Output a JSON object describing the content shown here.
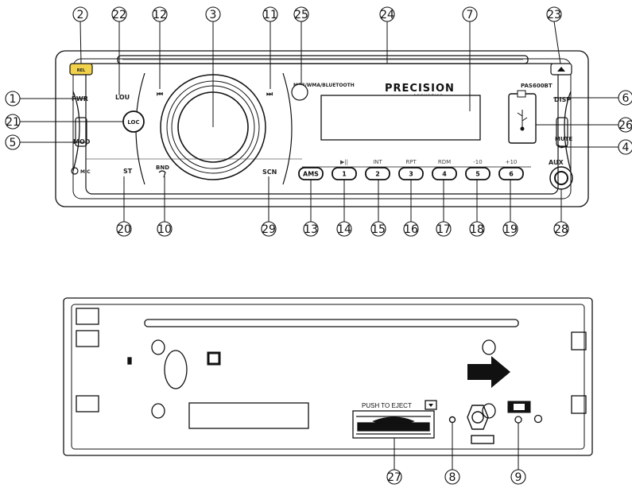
{
  "front_panel": {
    "labels": {
      "pwr": "PWR",
      "mod": "MOD",
      "mic": "MIC",
      "lou": "LOU",
      "loc": "LOC",
      "st": "ST",
      "bnd": "BND",
      "scn": "SCN",
      "disp": "DISP",
      "mute": "MUTE",
      "aux": "AUX",
      "format_text": "MP3/WMA/BLUETOOTH",
      "model": "PAS600BT",
      "brand": "PRECISION",
      "brand_sub": "ACOUSTICS",
      "rel": "REL",
      "prev": "⏮",
      "next": "⏭"
    },
    "buttons": [
      {
        "label": "AMS",
        "top": ""
      },
      {
        "label": "1",
        "top": "▶||"
      },
      {
        "label": "2",
        "top": "INT"
      },
      {
        "label": "3",
        "top": "RPT"
      },
      {
        "label": "4",
        "top": "RDM"
      },
      {
        "label": "5",
        "top": "-10"
      },
      {
        "label": "6",
        "top": "+10"
      }
    ]
  },
  "back_panel": {
    "eject_text": "PUSH TO EJECT"
  },
  "callouts": {
    "c1": "1",
    "c2": "2",
    "c3": "3",
    "c4": "4",
    "c5": "5",
    "c6": "6",
    "c7": "7",
    "c8": "8",
    "c9": "9",
    "c10": "10",
    "c11": "11",
    "c12": "12",
    "c13": "13",
    "c14": "14",
    "c15": "15",
    "c16": "16",
    "c17": "17",
    "c18": "18",
    "c19": "19",
    "c20": "20",
    "c21": "21",
    "c22": "22",
    "c23": "23",
    "c24": "24",
    "c25": "25",
    "c26": "26",
    "c27": "27",
    "c28": "28",
    "c29": "29"
  }
}
